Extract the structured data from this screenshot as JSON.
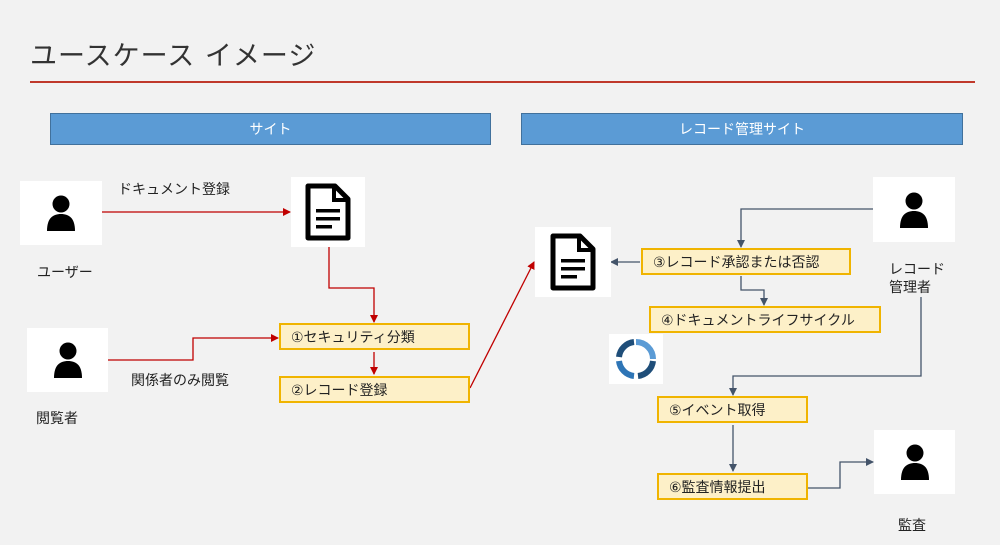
{
  "title": "ユースケース イメージ",
  "lanes": {
    "site": "サイト",
    "records_site": "レコード管理サイト"
  },
  "actors": {
    "user": "ユーザー",
    "viewer": "閲覧者",
    "records_manager_line1": "レコード",
    "records_manager_line2": "管理者",
    "auditor": "監査"
  },
  "edge_labels": {
    "document_registration": "ドキュメント登録",
    "related_only_view": "関係者のみ閲覧"
  },
  "steps": {
    "s1": "①セキュリティ分類",
    "s2": "②レコード登録",
    "s3": "③レコード承認または否認",
    "s4": "④ドキュメントライフサイクル",
    "s5": "⑤イベント取得",
    "s6": "⑥監査情報提出"
  },
  "colors": {
    "lane_fill": "#5b9bd5",
    "step_fill": "#fdf0c8",
    "step_border": "#f0b400",
    "red_arrow": "#c00000",
    "blue_arrow": "#44546a",
    "title_rule": "#c0392b"
  },
  "icons": {
    "person": "person-icon",
    "document": "document-icon",
    "cycle": "lifecycle-icon"
  }
}
